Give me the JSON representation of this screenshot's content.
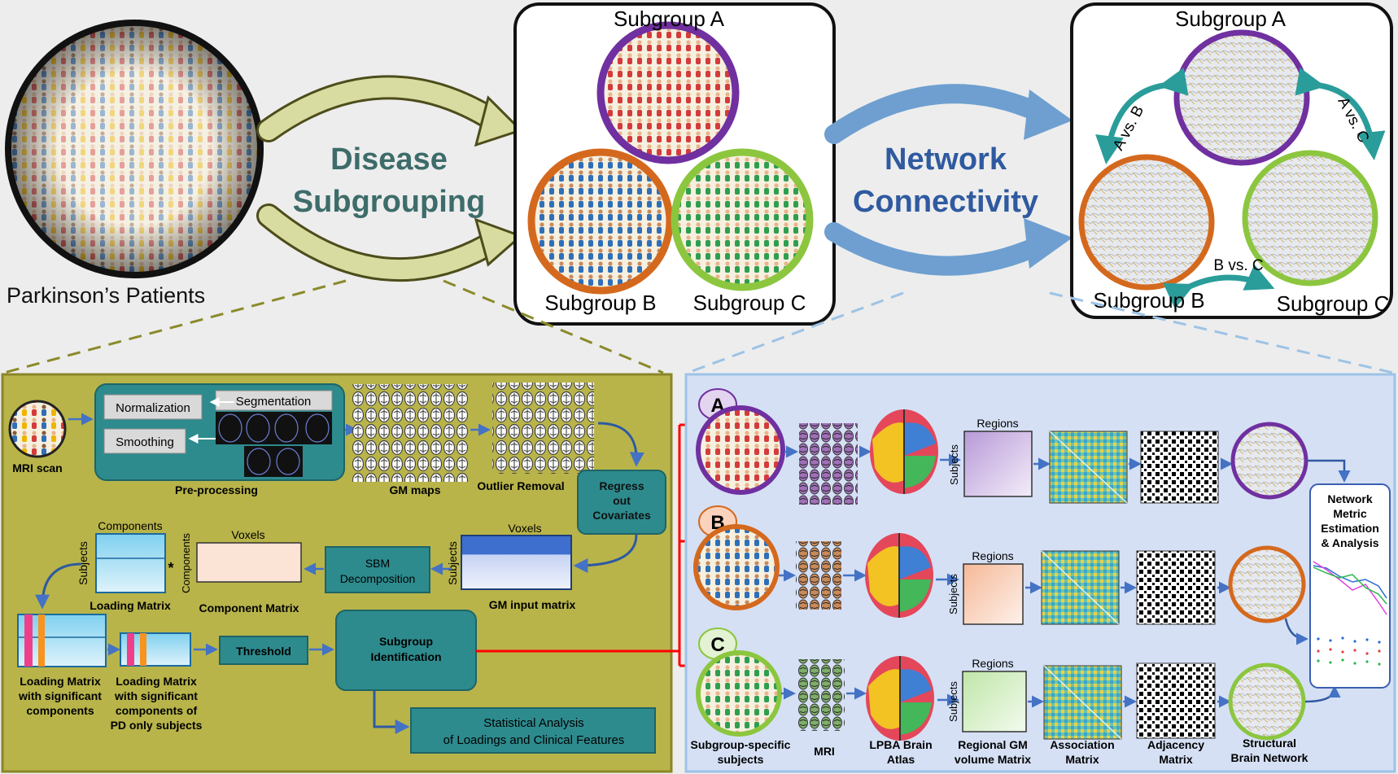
{
  "top": {
    "patients_label": "Parkinson’s Patients",
    "subgrouping_line1": "Disease",
    "subgrouping_line2": "Subgrouping",
    "network_line1": "Network",
    "network_line2": "Connectivity",
    "groups_box": {
      "a": "Subgroup A",
      "b": "Subgroup B",
      "c": "Subgroup C"
    },
    "network_box": {
      "a": "Subgroup A",
      "b": "Subgroup B",
      "c": "Subgroup C",
      "ab": "A vs. B",
      "ac": "A vs. C",
      "bc": "B vs. C"
    }
  },
  "left_panel": {
    "mri_scan": "MRI scan",
    "normalization": "Normalization",
    "segmentation": "Segmentation",
    "smoothing": "Smoothing",
    "preprocessing": "Pre-processing",
    "gm_maps": "GM maps",
    "outlier_removal": "Outlier Removal",
    "regress_line1": "Regress",
    "regress_line2": "out",
    "regress_line3": "Covariates",
    "voxels_gm": "Voxels",
    "subjects_gm": "Subjects",
    "gm_input_matrix": "GM input matrix",
    "sbm_line1": "SBM",
    "sbm_line2": "Decomposition",
    "voxels_comp": "Voxels",
    "components_side": "Components",
    "component_matrix": "Component Matrix",
    "components_top": "Components",
    "subjects_load": "Subjects",
    "multiply": "*",
    "loading_matrix": "Loading Matrix",
    "lm_sig_line1": "Loading Matrix",
    "lm_sig_line2": "with significant",
    "lm_sig_line3": "components",
    "lm_pd_line1": "Loading Matrix",
    "lm_pd_line2": "with significant",
    "lm_pd_line3": "components of",
    "lm_pd_line4": "PD only subjects",
    "threshold": "Threshold",
    "subgroup_id_line1": "Subgroup",
    "subgroup_id_line2": "Identification",
    "stat_line1": "Statistical Analysis",
    "stat_line2": "of Loadings and Clinical Features"
  },
  "right_panel": {
    "label_a": "A",
    "label_b": "B",
    "label_c": "C",
    "regions_a": "Regions",
    "regions_b": "Regions",
    "regions_c": "Regions",
    "subjects_a": "Subjects",
    "subjects_b": "Subjects",
    "subjects_c": "Subjects",
    "metric_line1": "Network",
    "metric_line2": "Metric",
    "metric_line3": "Estimation",
    "metric_line4": "& Analysis",
    "cap_subjects_line1": "Subgroup-specific",
    "cap_subjects_line2": "subjects",
    "cap_mri": "MRI",
    "cap_atlas_line1": "LPBA Brain",
    "cap_atlas_line2": "Atlas",
    "cap_gm_line1": "Regional GM",
    "cap_gm_line2": "volume Matrix",
    "cap_assoc_line1": "Association",
    "cap_assoc_line2": "Matrix",
    "cap_adj_line1": "Adjacency",
    "cap_adj_line2": "Matrix",
    "cap_net_line1": "Structural",
    "cap_net_line2": "Brain Network"
  },
  "colors": {
    "olive_panel": "#b8b44a",
    "blue_panel": "#d5e0f5",
    "teal_box": "#2d8b8e",
    "purple": "#7030a0",
    "orange": "#d4691e",
    "green": "#8cc63f",
    "red_arrow": "#ff0000",
    "blue_arrow": "#4472c4"
  }
}
